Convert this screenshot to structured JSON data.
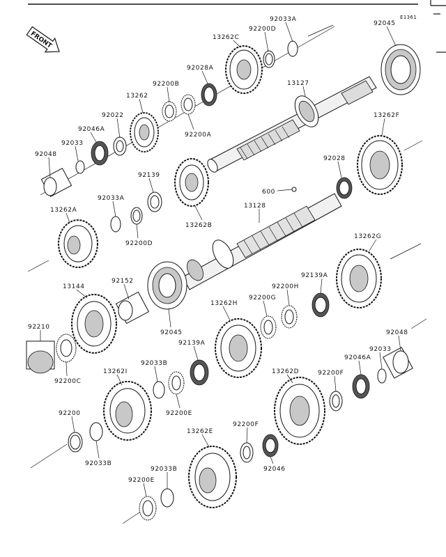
{
  "diagram_code": "E1361",
  "front_label": "FRONT",
  "parts": [
    {
      "id": "p-92033a-top",
      "label": "92033A"
    },
    {
      "id": "p-92045-top",
      "label": "92045"
    },
    {
      "id": "p-92200d-top",
      "label": "92200D"
    },
    {
      "id": "p-13262c",
      "label": "13262C"
    },
    {
      "id": "p-92028a",
      "label": "92028A"
    },
    {
      "id": "p-92200b",
      "label": "92200B"
    },
    {
      "id": "p-13262",
      "label": "13262"
    },
    {
      "id": "p-13127",
      "label": "13127"
    },
    {
      "id": "p-92022",
      "label": "92022"
    },
    {
      "id": "p-92200a",
      "label": "92200A"
    },
    {
      "id": "p-92046a-top",
      "label": "92046A"
    },
    {
      "id": "p-92033-top",
      "label": "92033"
    },
    {
      "id": "p-92048-top",
      "label": "92048"
    },
    {
      "id": "p-13262f",
      "label": "13262F"
    },
    {
      "id": "p-92139",
      "label": "92139"
    },
    {
      "id": "p-92028",
      "label": "92028"
    },
    {
      "id": "p-600",
      "label": "600"
    },
    {
      "id": "p-92033a-mid",
      "label": "92033A"
    },
    {
      "id": "p-13128",
      "label": "13128"
    },
    {
      "id": "p-13262a",
      "label": "13262A"
    },
    {
      "id": "p-13262b",
      "label": "13262B"
    },
    {
      "id": "p-92200d-mid",
      "label": "92200D"
    },
    {
      "id": "p-13262g",
      "label": "13262G"
    },
    {
      "id": "p-92139a-mid",
      "label": "92139A"
    },
    {
      "id": "p-13144",
      "label": "13144"
    },
    {
      "id": "p-92152",
      "label": "92152"
    },
    {
      "id": "p-92200h",
      "label": "92200H"
    },
    {
      "id": "p-92200g",
      "label": "92200G"
    },
    {
      "id": "p-13262h",
      "label": "13262H"
    },
    {
      "id": "p-92210",
      "label": "92210"
    },
    {
      "id": "p-92045-mid",
      "label": "92045"
    },
    {
      "id": "p-92048-mid",
      "label": "92048"
    },
    {
      "id": "p-92139a-low",
      "label": "92139A"
    },
    {
      "id": "p-92033-mid",
      "label": "92033"
    },
    {
      "id": "p-92200c",
      "label": "92200C"
    },
    {
      "id": "p-92033b-mid",
      "label": "92033B"
    },
    {
      "id": "p-13262i",
      "label": "13262I"
    },
    {
      "id": "p-13262d",
      "label": "13262D"
    },
    {
      "id": "p-92200f-mid",
      "label": "92200F"
    },
    {
      "id": "p-92046a-low",
      "label": "92046A"
    },
    {
      "id": "p-92200e-mid",
      "label": "92200E"
    },
    {
      "id": "p-92200",
      "label": "92200"
    },
    {
      "id": "p-92200f-low",
      "label": "92200F"
    },
    {
      "id": "p-13262e",
      "label": "13262E"
    },
    {
      "id": "p-92033b-low",
      "label": "92033B"
    },
    {
      "id": "p-92046",
      "label": "92046"
    },
    {
      "id": "p-92033b-bot",
      "label": "92033B"
    },
    {
      "id": "p-92200e-bot",
      "label": "92200E"
    }
  ]
}
